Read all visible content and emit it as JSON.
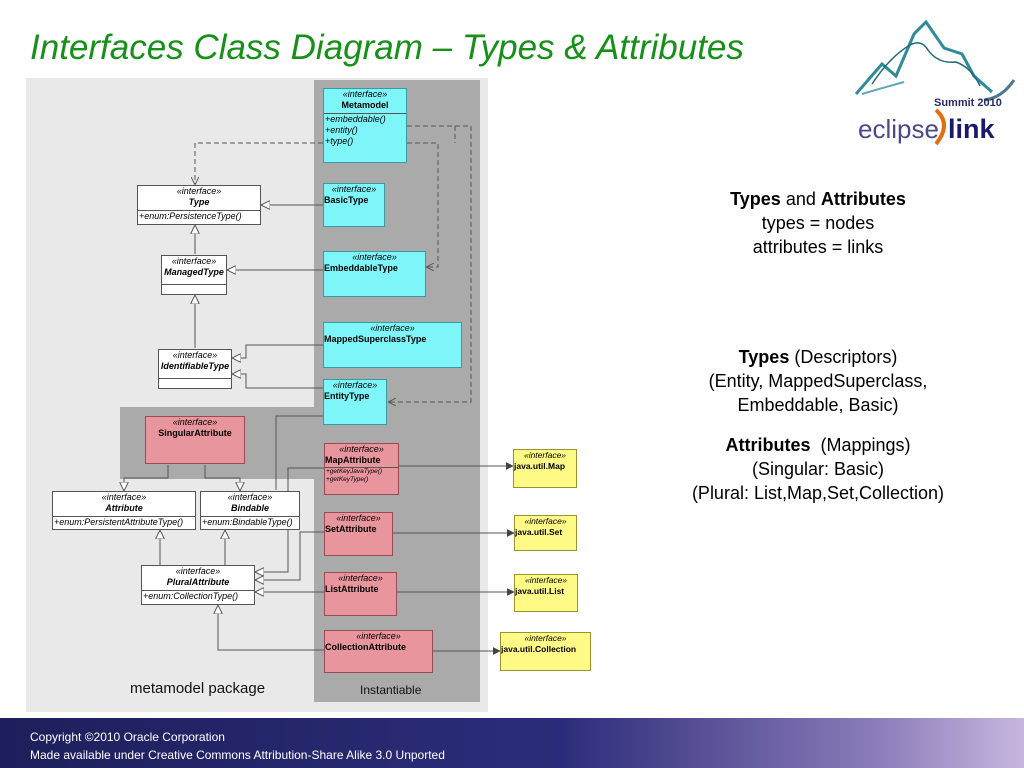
{
  "title": "Interfaces Class Diagram – Types & Attributes",
  "logo": {
    "summit": "Summit 2010",
    "eclipse": "eclipse",
    "link": "link"
  },
  "diagram": {
    "package_label": "metamodel package",
    "instantiable_label": "Instantiable",
    "stereotype": "«interface»",
    "metamodel": {
      "name": "Metamodel",
      "ops": [
        "+embeddable()",
        "+entity()",
        "+type()"
      ]
    },
    "type": {
      "name": "Type",
      "op": "+enum:PersistenceType()"
    },
    "managed_type": {
      "name": "ManagedType"
    },
    "identifiable_type": {
      "name": "IdentifiableType"
    },
    "basic_type": {
      "name": "BasicType"
    },
    "embeddable_type": {
      "name": "EmbeddableType"
    },
    "mapped_superclass_type": {
      "name": "MappedSuperclassType"
    },
    "entity_type": {
      "name": "EntityType"
    },
    "singular_attribute": {
      "name": "SingularAttribute"
    },
    "map_attribute": {
      "name": "MapAttribute",
      "ops": [
        "+getKeyJavaType()",
        "+getKeyType()"
      ]
    },
    "attribute": {
      "name": "Attribute",
      "op": "+enum:PersistentAttributeType()"
    },
    "bindable": {
      "name": "Bindable",
      "op": "+enum:BindableType()"
    },
    "set_attribute": {
      "name": "SetAttribute"
    },
    "plural_attribute": {
      "name": "PluralAttribute",
      "op": "+enum:CollectionType()"
    },
    "list_attribute": {
      "name": "ListAttribute"
    },
    "collection_attribute": {
      "name": "CollectionAttribute"
    },
    "java_map": {
      "name": "java.util.Map"
    },
    "java_set": {
      "name": "java.util.Set"
    },
    "java_list": {
      "name": "java.util.List"
    },
    "java_collection": {
      "name": "java.util.Collection"
    }
  },
  "explanation": {
    "p1": {
      "types": "Types",
      "and": "and",
      "attributes": "Attributes",
      "line2": "types = nodes",
      "line3": "attributes = links"
    },
    "p2": {
      "types": "Types",
      "desc": "(Descriptors)",
      "line2": "(Entity, MappedSuperclass,",
      "line3": "Embeddable, Basic)"
    },
    "p3": {
      "attributes": "Attributes",
      "desc": "(Mappings)",
      "line2": "(Singular: Basic)",
      "line3": "(Plural: List,Map,Set,Collection)"
    }
  },
  "footer": {
    "copyright": "Copyright ©2010 Oracle Corporation",
    "license": "Made available under Creative Commons Attribution-Share Alike 3.0 Unported"
  },
  "colors": {
    "title": "#169018",
    "interface_cyan": "#7ef5f9",
    "interface_pink": "#e9959d",
    "java_yellow": "#fffa86",
    "footer": "#2c2d7a"
  }
}
